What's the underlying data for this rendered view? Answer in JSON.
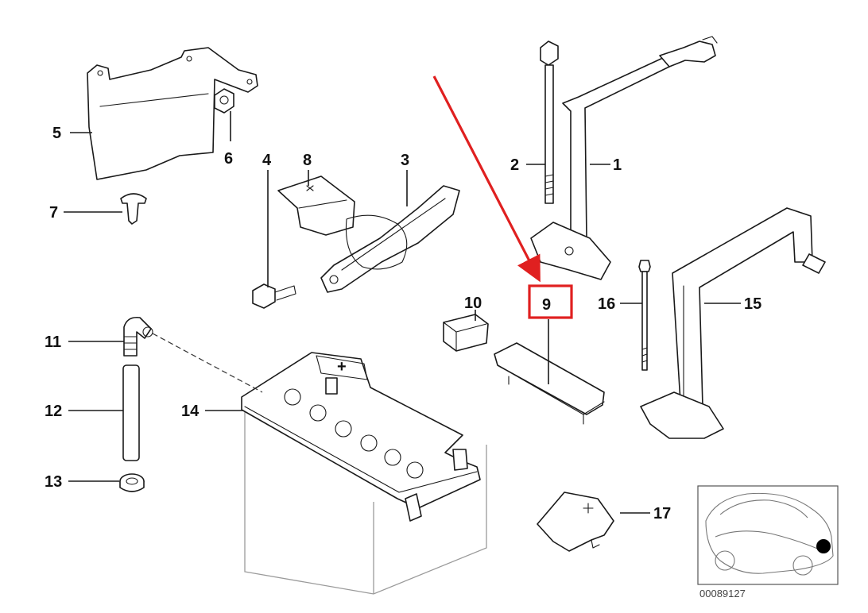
{
  "diagram": {
    "callouts": {
      "c1": "1",
      "c2": "2",
      "c3": "3",
      "c4": "4",
      "c5": "5",
      "c6": "6",
      "c7": "7",
      "c8": "8",
      "c9": "9",
      "c10": "10",
      "c11": "11",
      "c12": "12",
      "c13": "13",
      "c14": "14",
      "c15": "15",
      "c16": "16",
      "c17": "17"
    },
    "highlighted_part": "9",
    "diagram_code": "00089127",
    "colors": {
      "highlight": "#e02020",
      "ink": "#1a1a1a",
      "battery_outline": "#9a9a9a"
    }
  }
}
